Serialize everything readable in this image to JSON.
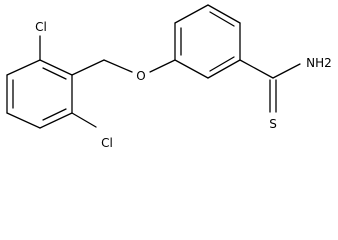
{
  "molecule": {
    "atoms": {
      "cl_top": "Cl",
      "cl_bottom": "Cl",
      "oxygen": "O",
      "amine": "NH2",
      "sulfur": "S"
    }
  }
}
